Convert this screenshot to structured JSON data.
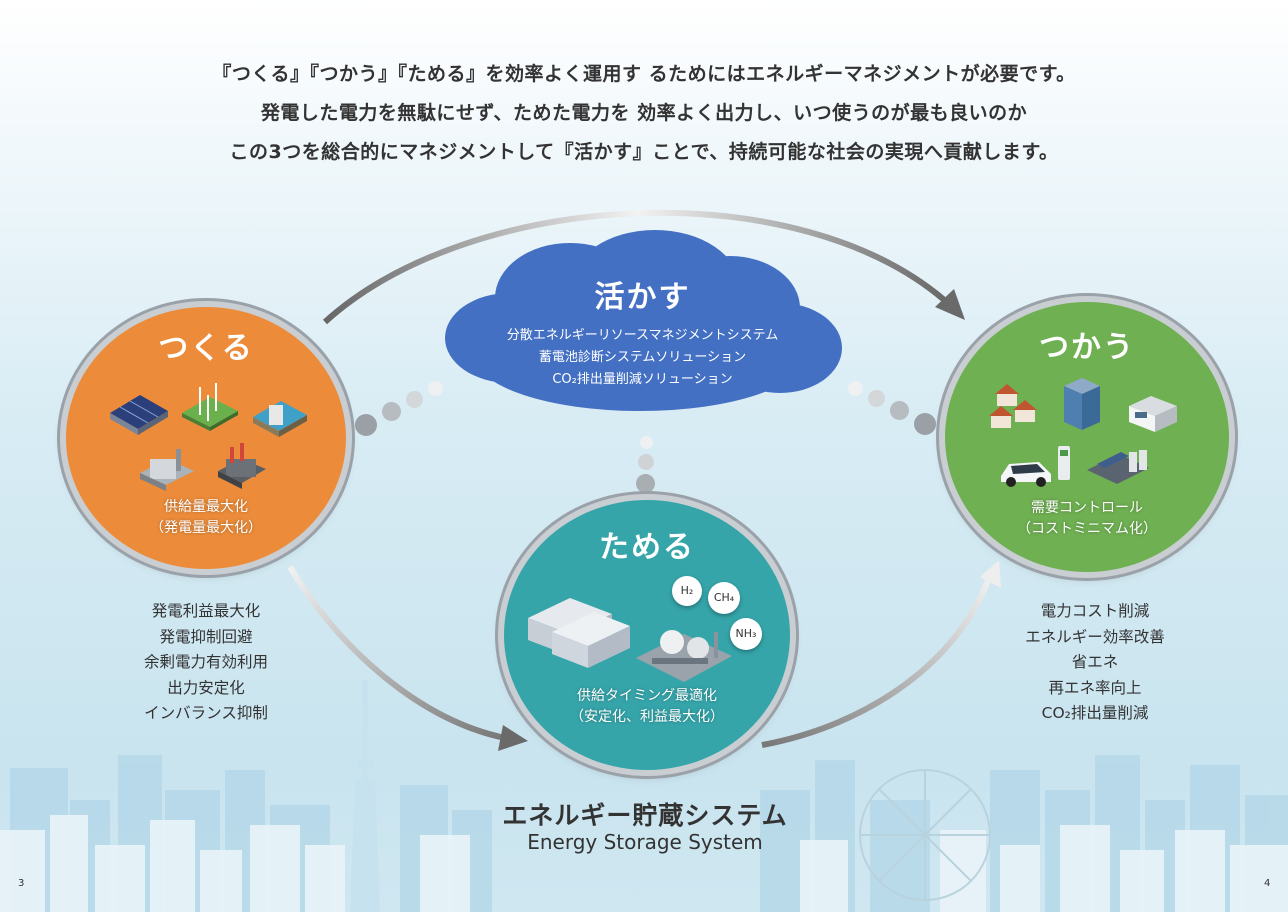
{
  "intro": {
    "line1": "『つくる』『つかう』『ためる』を効率よく運用す るためにはエネルギーマネジメントが必要です。",
    "line2": "発電した電力を無駄にせず、ためた電力を 効率よく出力し、いつ使うのが最も良いのか",
    "line3": "この3つを総合的にマネジメントして『活かす』ことで、持続可能な社会の実現へ貢献します。"
  },
  "tsukuru": {
    "title": "つくる",
    "sub1": "供給量最大化",
    "sub2": "（発電量最大化）",
    "benefits": [
      "発電利益最大化",
      "発電抑制回避",
      "余剰電力有効利用",
      "出力安定化",
      "インバランス抑制"
    ]
  },
  "tsukau": {
    "title": "つかう",
    "sub1": "需要コントロール",
    "sub2": "（コストミニマム化）",
    "benefits": [
      "電力コスト削減",
      "エネルギー効率改善",
      "省エネ",
      "再エネ率向上",
      "CO₂排出量削減"
    ]
  },
  "tameru": {
    "title": "ためる",
    "sub1": "供給タイミング最適化",
    "sub2": "（安定化、利益最大化）",
    "gases": [
      "H₂",
      "CH₄",
      "NH₃"
    ]
  },
  "ikasu": {
    "title": "活かす",
    "lines": [
      "分散エネルギーリソースマネジメントシステム",
      "蓄電池診断システムソリューション",
      "CO₂排出量削減ソリューション"
    ]
  },
  "system": {
    "title": "エネルギー貯蔵システム",
    "subtitle": "Energy Storage System"
  },
  "page_numbers": {
    "left": "3",
    "right": "4"
  },
  "colors": {
    "orange": "#ec8c3a",
    "green": "#6fb052",
    "teal": "#35a5aa",
    "cloud": "#4470c4"
  }
}
